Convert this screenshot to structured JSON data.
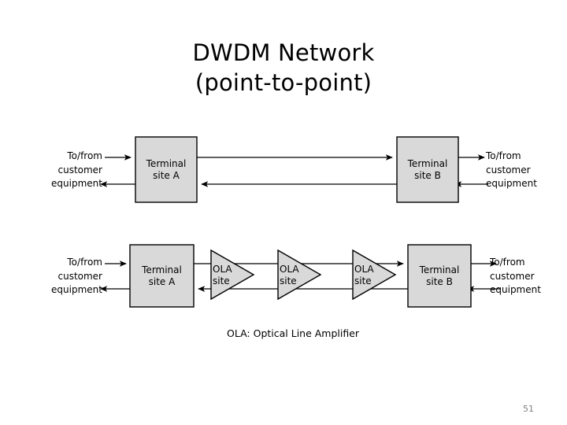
{
  "slide": {
    "title_line1": "DWDM Network",
    "title_line2": "(point-to-point)",
    "caption": "OLA: Optical Line Amplifier",
    "page_number": "51",
    "colors": {
      "background": "#ffffff",
      "node_fill": "#d9d9d9",
      "node_stroke": "#000000",
      "line": "#000000",
      "text": "#000000",
      "page_number": "#808080"
    }
  },
  "diagram_top": {
    "name": "point-to-point-without-amplifiers",
    "left_label": {
      "line1": "To/from",
      "line2": "customer",
      "line3": "equipment"
    },
    "right_label": {
      "line1": "To/from",
      "line2": "customer",
      "line3": "equipment"
    },
    "nodes": [
      {
        "id": "terminal-a",
        "line1": "Terminal",
        "line2": "site A",
        "shape": "rect"
      },
      {
        "id": "terminal-b",
        "line1": "Terminal",
        "line2": "site B",
        "shape": "rect"
      }
    ],
    "links": [
      {
        "from": "customer-left",
        "to": "terminal-a",
        "direction": "right"
      },
      {
        "from": "terminal-a",
        "to": "customer-left",
        "direction": "left"
      },
      {
        "from": "terminal-a",
        "to": "terminal-b",
        "direction": "right"
      },
      {
        "from": "terminal-b",
        "to": "terminal-a",
        "direction": "left"
      },
      {
        "from": "terminal-b",
        "to": "customer-right",
        "direction": "right"
      },
      {
        "from": "customer-right",
        "to": "terminal-b",
        "direction": "left"
      }
    ]
  },
  "diagram_bottom": {
    "name": "point-to-point-with-optical-line-amplifiers",
    "left_label": {
      "line1": "To/from",
      "line2": "customer",
      "line3": "equipment"
    },
    "right_label": {
      "line1": "To/from",
      "line2": "customer",
      "line3": "equipment"
    },
    "nodes": [
      {
        "id": "terminal-a",
        "line1": "Terminal",
        "line2": "site A",
        "shape": "rect"
      },
      {
        "id": "ola-1",
        "line1": "OLA",
        "line2": "site",
        "shape": "triangle"
      },
      {
        "id": "ola-2",
        "line1": "OLA",
        "line2": "site",
        "shape": "triangle"
      },
      {
        "id": "ola-3",
        "line1": "OLA",
        "line2": "site",
        "shape": "triangle"
      },
      {
        "id": "terminal-b",
        "line1": "Terminal",
        "line2": "site B",
        "shape": "rect"
      }
    ],
    "links": [
      {
        "from": "customer-left",
        "to": "terminal-a",
        "direction": "right"
      },
      {
        "from": "terminal-a",
        "to": "customer-left",
        "direction": "left"
      },
      {
        "from": "terminal-a",
        "to": "terminal-b",
        "direction": "right"
      },
      {
        "from": "terminal-b",
        "to": "terminal-a",
        "direction": "left"
      },
      {
        "from": "terminal-b",
        "to": "customer-right",
        "direction": "right"
      },
      {
        "from": "customer-right",
        "to": "terminal-b",
        "direction": "left"
      }
    ]
  }
}
